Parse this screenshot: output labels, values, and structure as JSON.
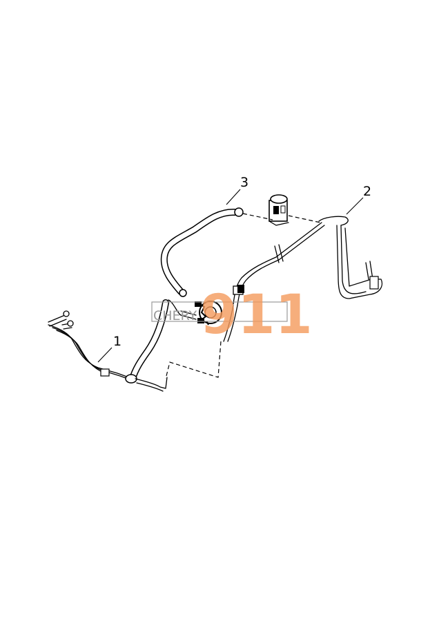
{
  "diagram": {
    "callouts": [
      {
        "id": "1",
        "label": "1"
      },
      {
        "id": "2",
        "label": "2"
      },
      {
        "id": "3",
        "label": "3"
      }
    ]
  },
  "watermark": {
    "text": "CHERY",
    "number": "911",
    "color": "#f59a5c"
  }
}
